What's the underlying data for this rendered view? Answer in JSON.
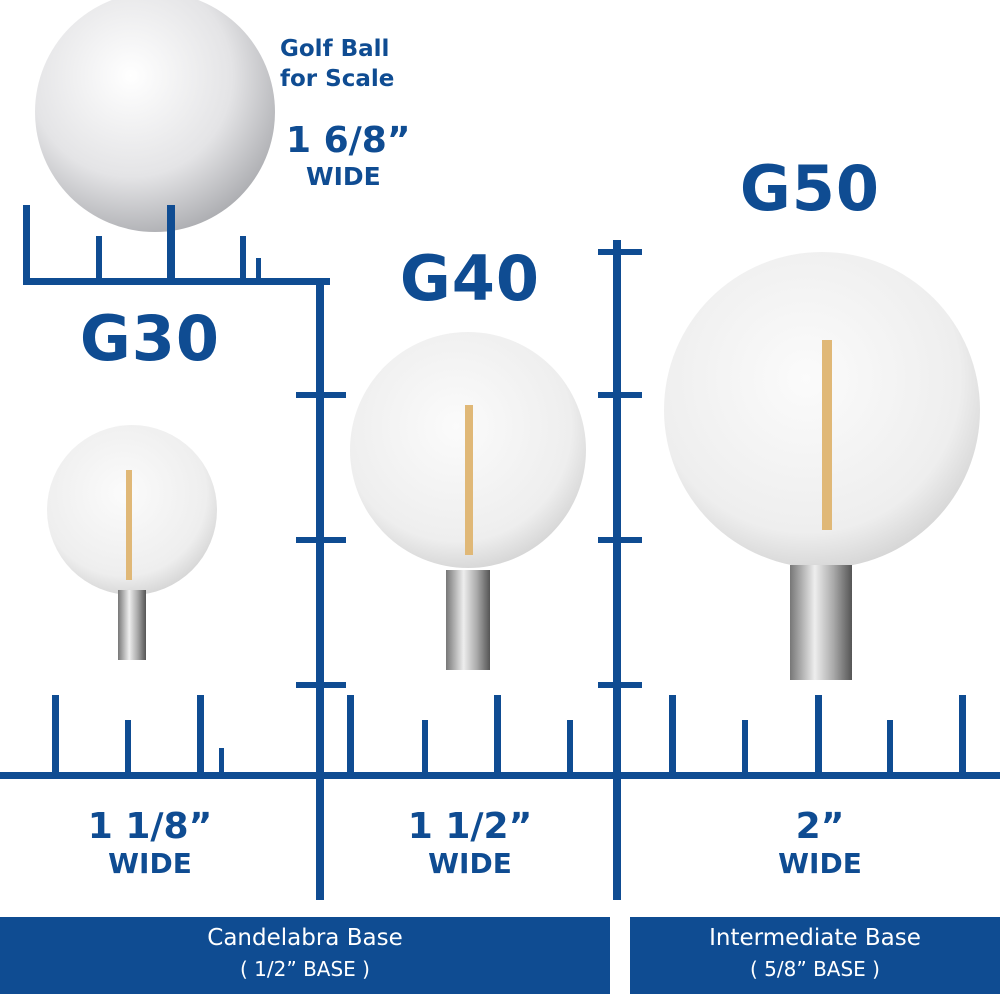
{
  "brand_color": "#0f4c92",
  "golf_ball": {
    "label_line1": "Golf Ball",
    "label_line2": "for Scale",
    "size": "1 6/8”",
    "unit": "WIDE"
  },
  "bulbs": [
    {
      "name": "G30",
      "size": "1 1/8”",
      "unit": "WIDE"
    },
    {
      "name": "G40",
      "size": "1 1/2”",
      "unit": "WIDE"
    },
    {
      "name": "G50",
      "size": "2”",
      "unit": "WIDE"
    }
  ],
  "bases": [
    {
      "title": "Candelabra Base",
      "subtitle": "( 1/2” BASE )"
    },
    {
      "title": "Intermediate Base",
      "subtitle": "( 5/8” BASE )"
    }
  ]
}
